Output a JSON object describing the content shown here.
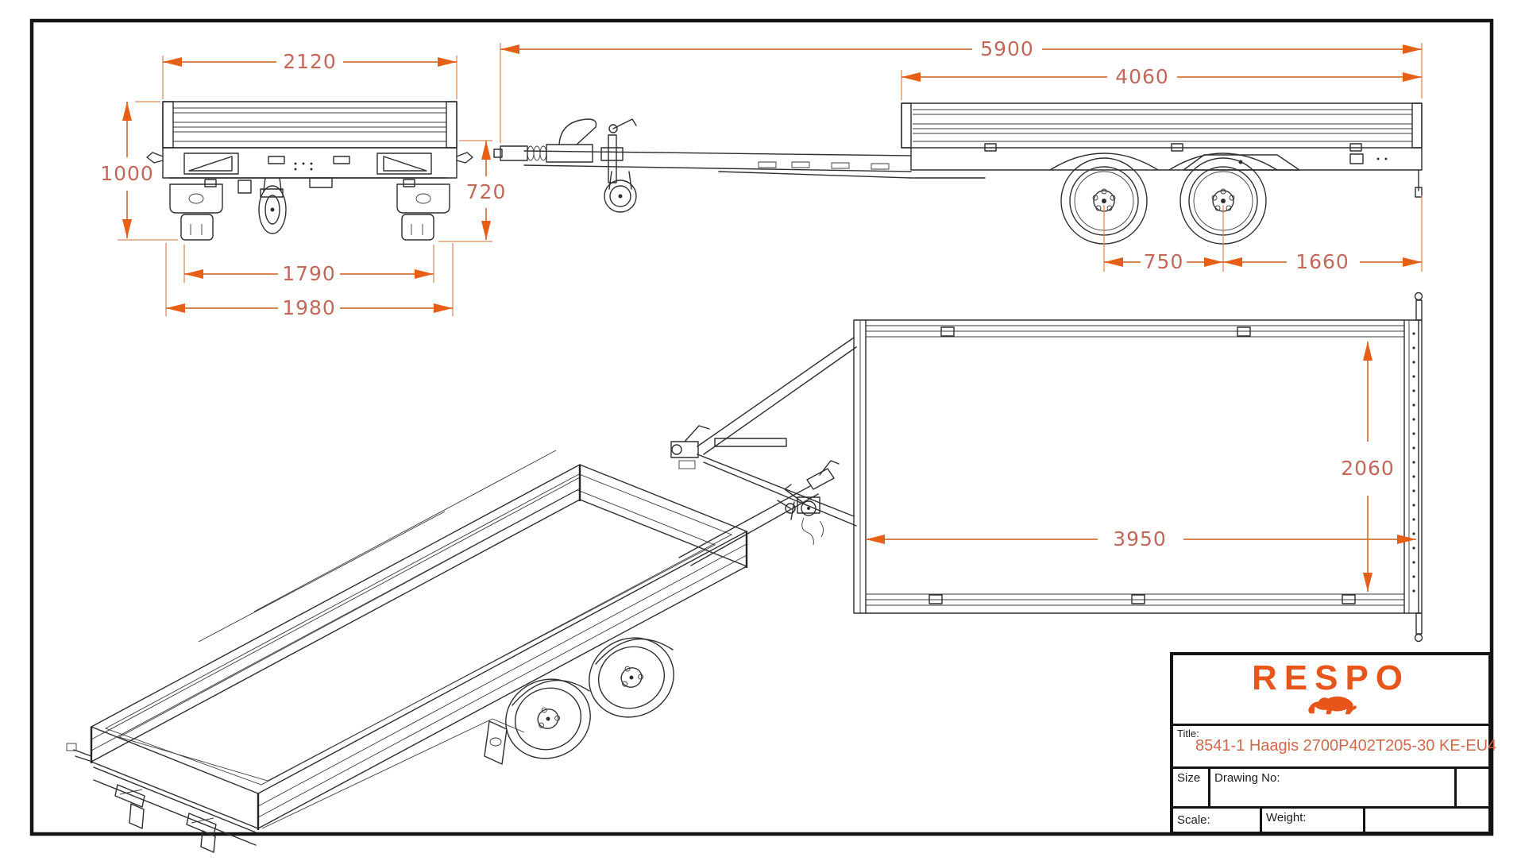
{
  "document": {
    "type": "technical-drawing",
    "units_note": "",
    "colors": {
      "page_border": "#141414",
      "line_art": "#2e2e2e",
      "dimension_text": "#c2685b",
      "dimension_arrow": "#e55f16",
      "dimension_line": "#d4703a",
      "brand_orange": "#e7551a",
      "title_text_orange": "#cd6a4e"
    }
  },
  "views": {
    "rear_view": {
      "dims": {
        "overall_width": "2120",
        "overall_height": "1000",
        "platform_height": "720",
        "inner_track_width": "1790",
        "overall_lower_width": "1980"
      }
    },
    "side_view": {
      "dims": {
        "overall_length": "5900",
        "box_length": "4060",
        "axle_spacing": "750",
        "axle_to_rear": "1660"
      }
    },
    "top_view": {
      "dims": {
        "inner_width": "2060",
        "inner_length": "3950"
      }
    }
  },
  "title_block": {
    "logo": "RESPO",
    "title_label": "Title:",
    "title": "8541-1 Haagis 2700P402T205-30 KE-EU4",
    "size_label": "Size",
    "drawing_no_label": "Drawing No:",
    "scale_label": "Scale:",
    "weight_label": "Weight:"
  }
}
